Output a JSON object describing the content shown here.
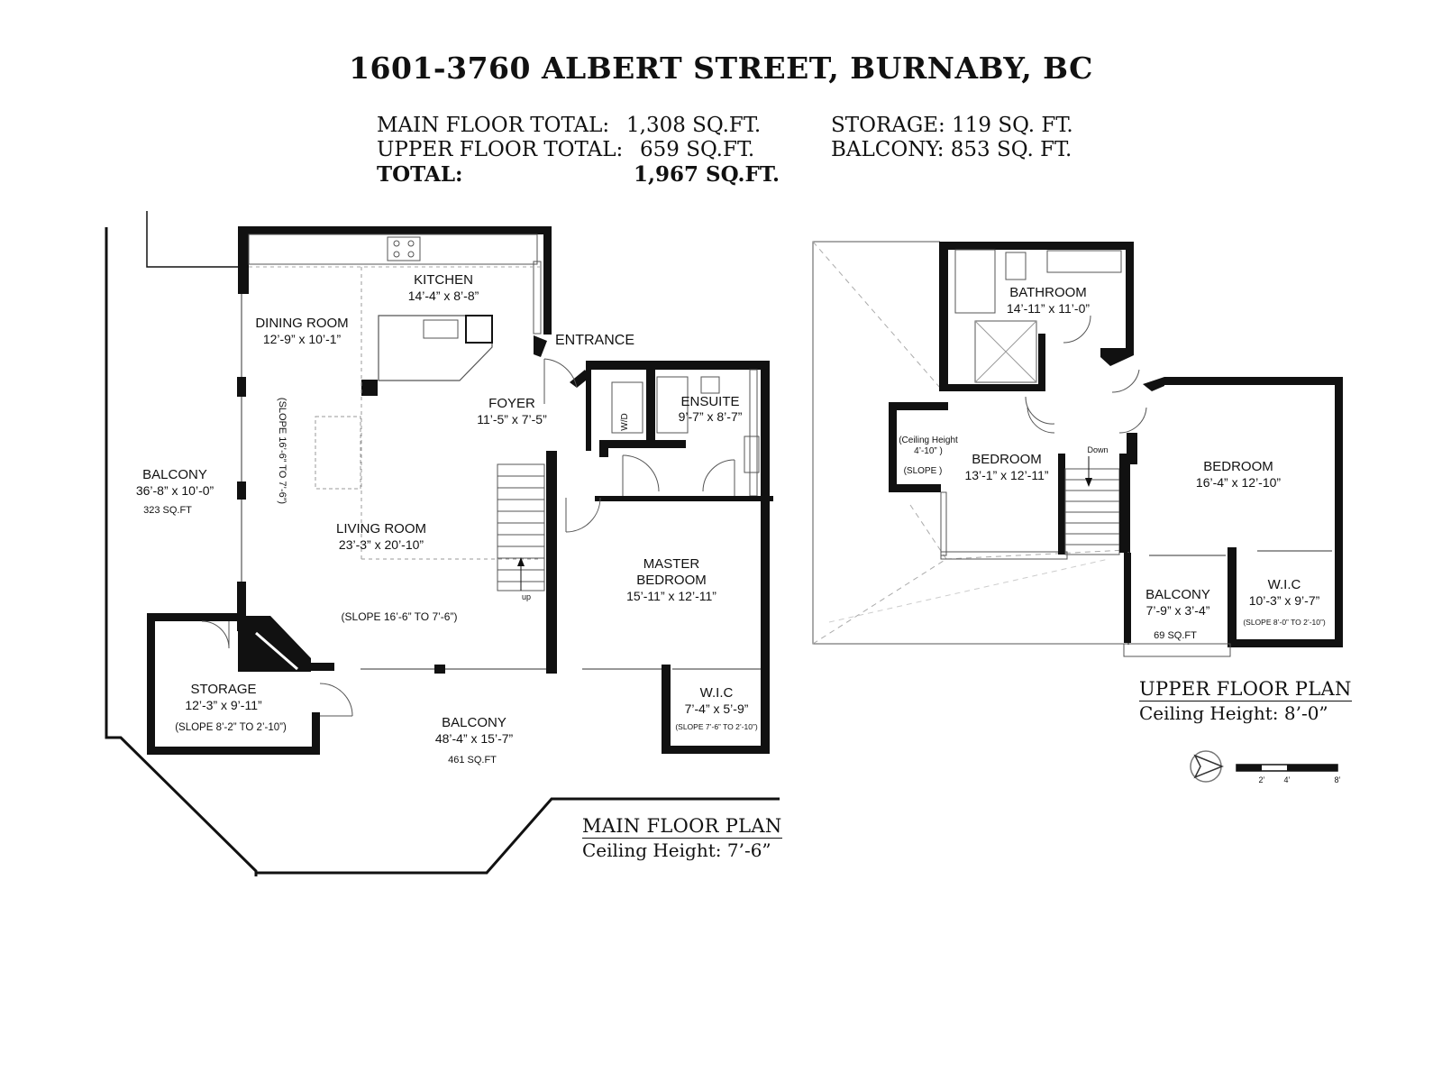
{
  "header": {
    "address": "1601-3760 ALBERT STREET, BURNABY, BC",
    "totals": {
      "main_label": "MAIN FLOOR TOTAL:",
      "main_value": "1,308 SQ.FT.",
      "upper_label": "UPPER FLOOR TOTAL:",
      "upper_value": "659 SQ.FT.",
      "total_label": "TOTAL:",
      "total_value": "1,967 SQ.FT.",
      "storage": "STORAGE: 119 SQ. FT.",
      "balcony": "BALCONY: 853 SQ. FT."
    }
  },
  "main_floor": {
    "caption": "MAIN FLOOR PLAN",
    "ceiling": "Ceiling Height: 7’-6”",
    "rooms": {
      "kitchen": {
        "name": "KITCHEN",
        "dims": "14’-4” x 8’-8”"
      },
      "dining": {
        "name": "DINING ROOM",
        "dims": "12’-9” x 10’-1”"
      },
      "entrance": {
        "name": "ENTRANCE"
      },
      "foyer": {
        "name": "FOYER",
        "dims": "11’-5” x 7’-5”"
      },
      "ensuite": {
        "name": "ENSUITE",
        "dims": "9’-7” x 8’-7”"
      },
      "balcony_west": {
        "name": "BALCONY",
        "dims": "36’-8” x 10’-0”",
        "area": "323 SQ.FT"
      },
      "slope_vertical": "(SLOPE 16’-6” TO 7’-6”)",
      "living": {
        "name": "LIVING  ROOM",
        "dims": "23’-3” x 20’-10”",
        "slope": "(SLOPE 16’-6” TO 7’-6”)"
      },
      "master": {
        "name1": "MASTER",
        "name2": "BEDROOM",
        "dims": "15’-11” x 12’-11”"
      },
      "storage": {
        "name": "STORAGE",
        "dims": "12’-3” x 9’-11”",
        "slope": "(SLOPE 8’-2” TO 2’-10”)"
      },
      "balcony_south": {
        "name": "BALCONY",
        "dims": "48’-4” x 15’-7”",
        "area": "461 SQ.FT"
      },
      "wic": {
        "name": "W.I.C",
        "dims": "7’-4” x 5’-9”",
        "slope": "(SLOPE 7’-6” TO 2’-10”)"
      },
      "stair_label": "up",
      "wd_label": "W/D"
    }
  },
  "upper_floor": {
    "caption": "UPPER FLOOR PLAN",
    "ceiling": "Ceiling Height: 8’-0”",
    "rooms": {
      "bathroom": {
        "name": "BATHROOM",
        "dims": "14’-11” x 11’-0”"
      },
      "nook": {
        "line1": "(Ceiling Height",
        "line2": "4’-10” )",
        "slope": "(SLOPE )"
      },
      "bedroom_small": {
        "name": "BEDROOM",
        "dims": "13’-1” x 12’-11”"
      },
      "bedroom_large": {
        "name": "BEDROOM",
        "dims": "16’-4” x 12’-10”"
      },
      "balcony": {
        "name": "BALCONY",
        "dims": "7’-9” x 3’-4”",
        "area": "69 SQ.FT"
      },
      "wic": {
        "name": "W.I.C",
        "dims": "10’-3” x 9’-7”",
        "slope": "(SLOPE 8’-0” TO 2’-10”)"
      },
      "stair_label": "Down"
    }
  },
  "scale_bar": {
    "ticks": [
      "2’",
      "4’",
      "8’"
    ]
  },
  "icons": {
    "north": "north-arrow-icon"
  }
}
